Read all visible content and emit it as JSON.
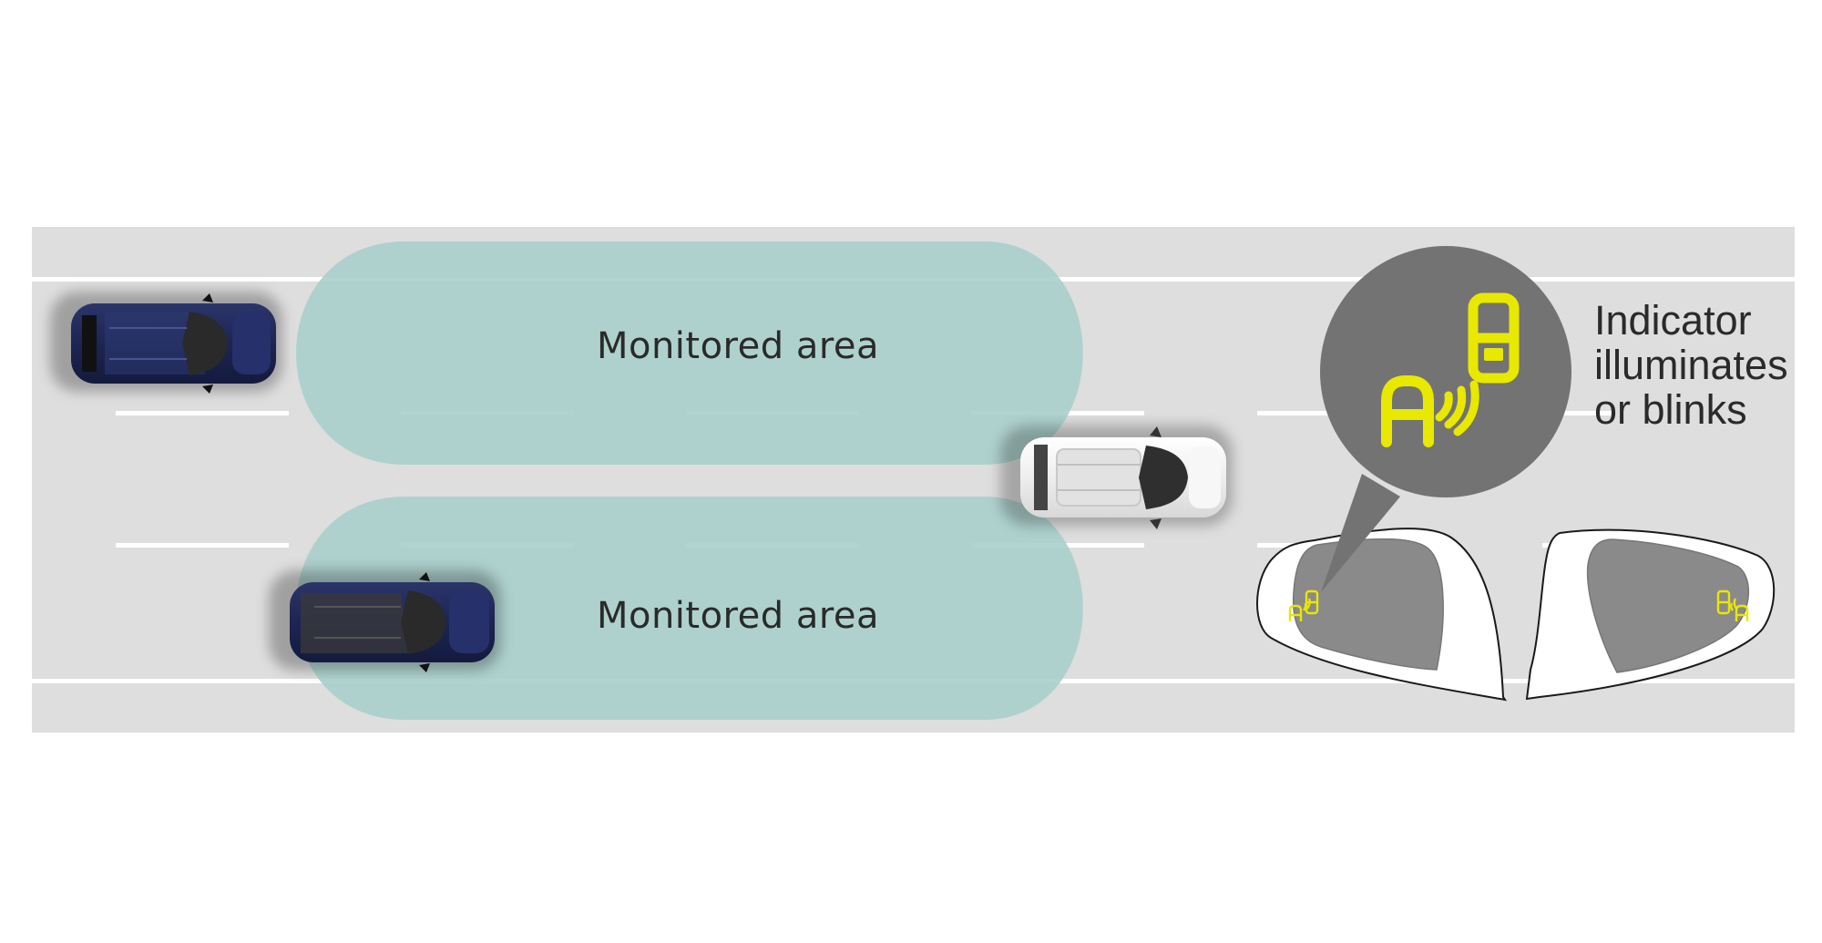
{
  "zones": [
    {
      "label": "Monitored area"
    },
    {
      "label": "Monitored area"
    }
  ],
  "indicator": {
    "caption_lines": [
      "Indicator",
      "illuminates",
      "or blinks"
    ],
    "icon": "blind-spot-warning-icon",
    "indicator_color": "#e8e800",
    "bubble_color": "#737373"
  },
  "colors": {
    "road": "#dedede",
    "lane_line": "#ffffff",
    "monitored_area": "#a9cfcb",
    "dark_car": "#1e2650",
    "white_car": "#f1f1f1"
  }
}
